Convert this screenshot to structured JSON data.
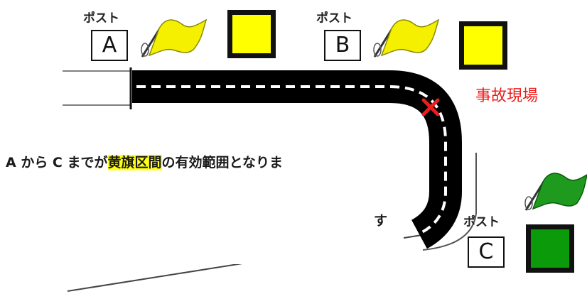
{
  "posts": [
    {
      "id": "a",
      "label": "ポスト",
      "letter": "A",
      "flag_color": "#f5f000",
      "box_color": "#ffff00"
    },
    {
      "id": "b",
      "label": "ポスト",
      "letter": "B",
      "flag_color": "#f5f000",
      "box_color": "#ffff00"
    },
    {
      "id": "c",
      "label": "ポスト",
      "letter": "C",
      "flag_color": "#1e9a1e",
      "box_color": "#0a9a0a"
    }
  ],
  "incident": {
    "label": "事故現場",
    "marker": "×",
    "color": "#ee1c1c"
  },
  "caption": {
    "pre": "A から C までが",
    "highlight": "黄旗区間",
    "post": "の有効範囲となりま",
    "tail": "す",
    "highlight_color": "#ffff1a"
  },
  "track": {
    "surface_color": "#000000",
    "centerline_color": "#ffffff"
  }
}
